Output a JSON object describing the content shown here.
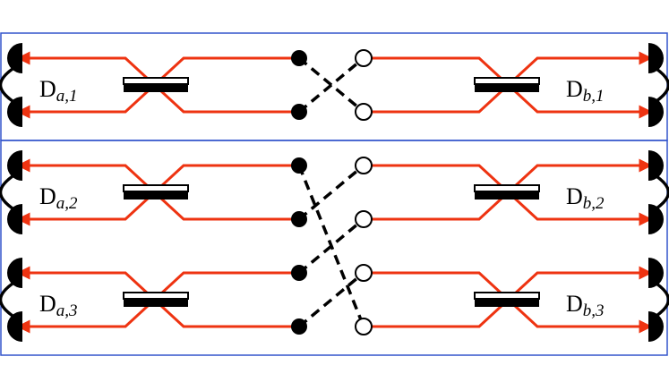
{
  "colors": {
    "beam": "#ee3311",
    "frame": "#3355cc",
    "ink": "#000000",
    "background": "#ffffff"
  },
  "panels": [
    {
      "id": "panel-1",
      "rows": [
        {
          "left_detector": {
            "main": "D",
            "sub": "a,1"
          },
          "right_detector": {
            "main": "D",
            "sub": "b,1"
          }
        }
      ]
    },
    {
      "id": "panel-2",
      "rows": [
        {
          "left_detector": {
            "main": "D",
            "sub": "a,2"
          },
          "right_detector": {
            "main": "D",
            "sub": "b,2"
          }
        },
        {
          "left_detector": {
            "main": "D",
            "sub": "a,3"
          },
          "right_detector": {
            "main": "D",
            "sub": "b,3"
          }
        }
      ]
    }
  ],
  "connections": [
    {
      "from_dot": 1,
      "to_circle": 2
    },
    {
      "from_dot": 2,
      "to_circle": 1
    },
    {
      "from_dot": 3,
      "to_circle": 6
    },
    {
      "from_dot": 4,
      "to_circle": 3
    },
    {
      "from_dot": 5,
      "to_circle": 4
    },
    {
      "from_dot": 6,
      "to_circle": 5
    }
  ]
}
